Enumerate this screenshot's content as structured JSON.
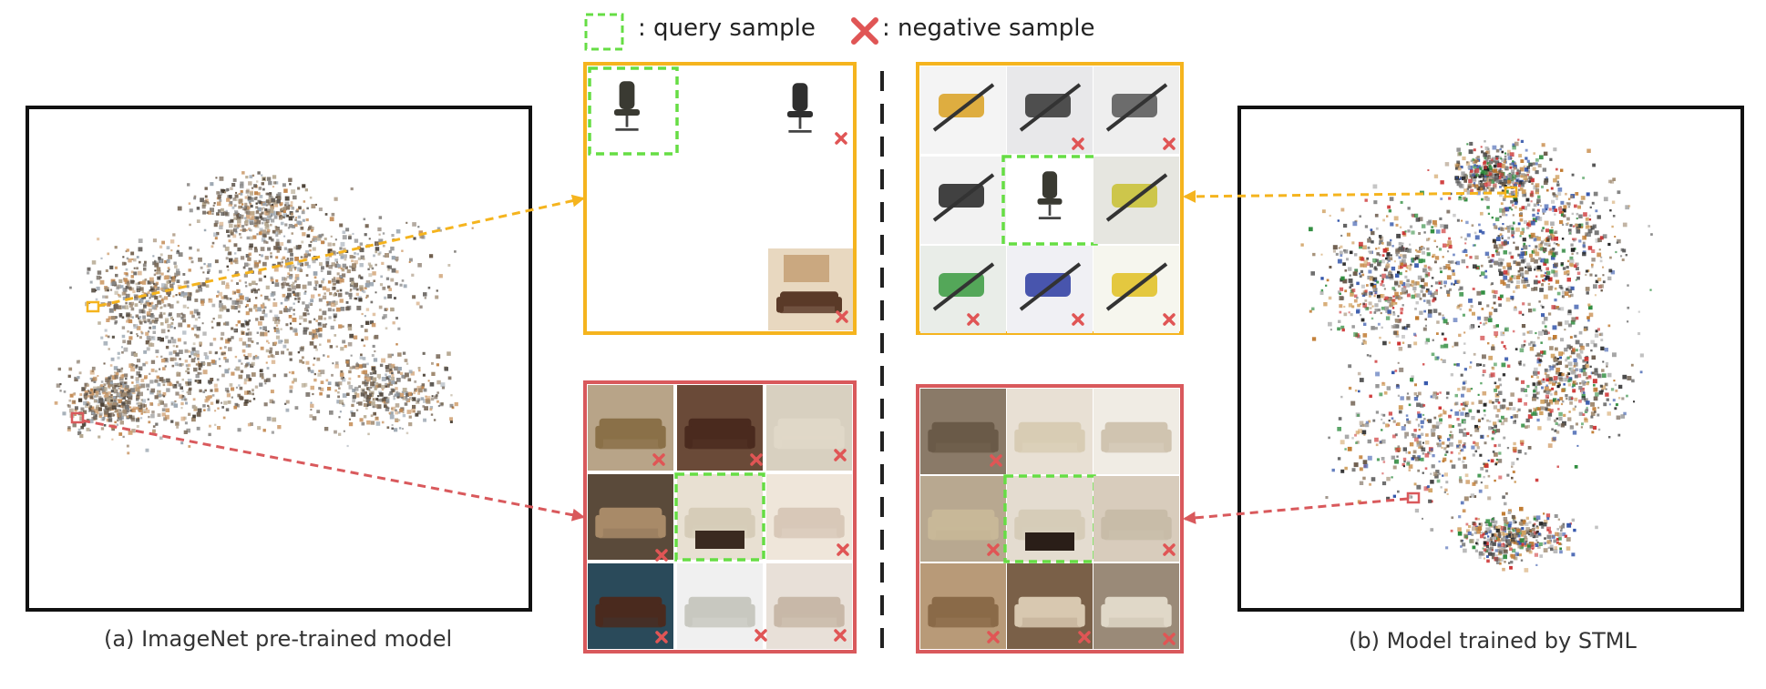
{
  "legend": {
    "query_label": ": query sample",
    "negative_label": ": negative sample"
  },
  "panels": {
    "left_caption": "(a) ImageNet pre-trained model",
    "right_caption": "(b) Model trained by STML"
  },
  "colors": {
    "query": "#66dd44",
    "negative": "#e05555",
    "chair_group": "#f5b41e",
    "sofa_group": "#d9595c",
    "frame": "#111111"
  },
  "icons": {
    "query": "dashed-square-icon",
    "negative": "cross-icon"
  }
}
